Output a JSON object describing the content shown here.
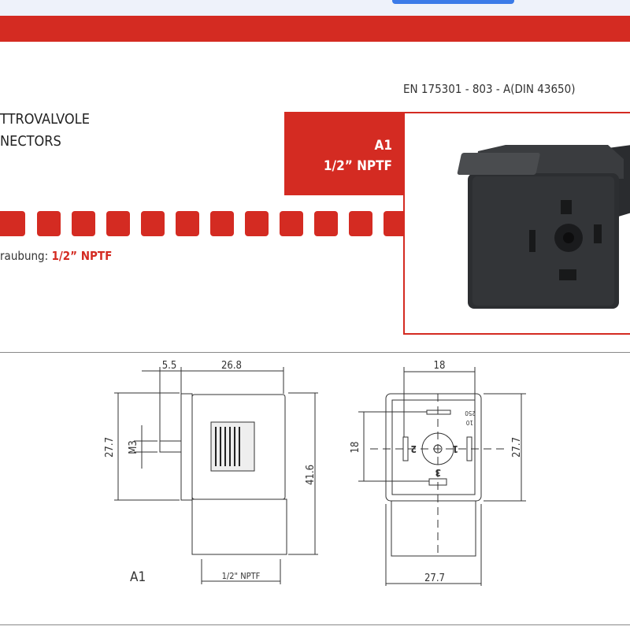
{
  "standard": "EN 175301 - 803 - A(DIN 43650)",
  "title_lines": [
    "TTROVALVOLE",
    "NECTORS"
  ],
  "model_box": {
    "code": "A1",
    "thread": "1/2” NPTF"
  },
  "thread_info": {
    "label": "raubung:",
    "value": "1/2” NPTF"
  },
  "drawing": {
    "model_label": "A1",
    "side_view": {
      "pin_offset": "5.5",
      "body_depth": "26.8",
      "height": "27.7",
      "screw": "M3",
      "total_height": "41.6",
      "thread": "1/2\" NPTF"
    },
    "front_view": {
      "pin_spacing_h": "18",
      "pin_spacing_v": "18",
      "height": "27.7",
      "width": "27.7",
      "pin_labels": [
        "1",
        "2",
        "3"
      ],
      "rating": "250",
      "rating2": "10"
    }
  },
  "colors": {
    "brand_red": "#d42b22",
    "button_blue": "#3b7be8"
  }
}
